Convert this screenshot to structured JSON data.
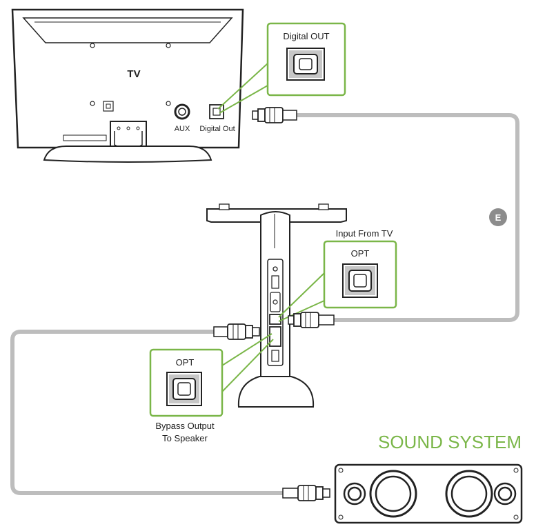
{
  "colors": {
    "accent_green": "#7ab648",
    "cable_gray": "#bdbdbd",
    "line_dark": "#222222",
    "badge_gray": "#8c8c8c"
  },
  "tv": {
    "label": "TV",
    "aux_label": "AUX",
    "digital_out_label": "Digital Out",
    "icons": [
      "optical-port-icon",
      "aux-port-icon",
      "power-socket-icon"
    ]
  },
  "callouts": {
    "tv_digital_out": {
      "label": "Digital OUT",
      "icon": "optical-port-icon"
    },
    "input_from_tv": {
      "caption": "Input From TV",
      "label": "OPT",
      "icon": "optical-port-icon"
    },
    "bypass_output": {
      "label": "OPT",
      "caption_line1": "Bypass Output",
      "caption_line2": "To Speaker",
      "icon": "optical-port-icon"
    }
  },
  "cable_badge": "E",
  "sound_system": {
    "title": "SOUND SYSTEM",
    "icons": [
      "speaker-woofer-icon",
      "speaker-tweeter-icon"
    ]
  }
}
